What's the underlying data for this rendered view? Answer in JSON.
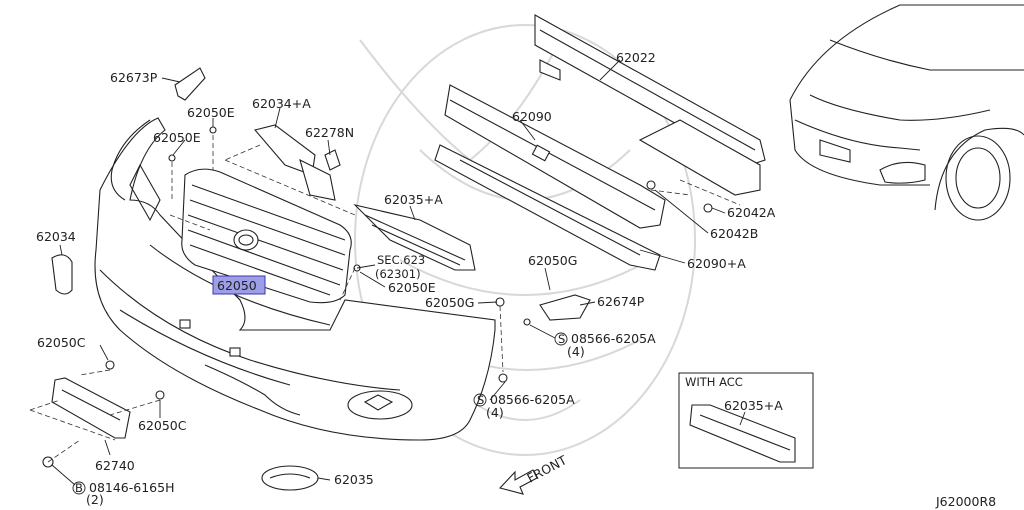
{
  "diagram": {
    "code": "J62000R8",
    "highlighted_part": "62050",
    "front_label": "FRONT",
    "with_acc_label": "WITH ACC",
    "sec_ref": "SEC.623",
    "sec_ref_sub": "(62301)",
    "labels": {
      "p62673P": "62673P",
      "p62050E_a": "62050E",
      "p62050E_b": "62050E",
      "p62034A": "62034+A",
      "p62278N": "62278N",
      "p62022": "62022",
      "p62090": "62090",
      "p62035A": "62035+A",
      "p62034": "62034",
      "p62050": "62050",
      "p62050E_c": "62050E",
      "p62050G_a": "62050G",
      "p62050G_b": "62050G",
      "p62674P": "62674P",
      "p62042A": "62042A",
      "p62042B": "62042B",
      "p62090A": "62090+A",
      "p08566_a": "08566-6205A",
      "p08566_a_qty": "(4)",
      "p08566_b": "08566-6205A",
      "p08566_b_qty": "(4)",
      "p62050C_a": "62050C",
      "p62050C_b": "62050C",
      "p62740": "62740",
      "p08146": "08146-6165H",
      "p08146_qty": "(2)",
      "p62035": "62035",
      "p62035A_acc": "62035+A"
    },
    "symbols": {
      "s_circle": "S",
      "b_circle": "B"
    }
  }
}
